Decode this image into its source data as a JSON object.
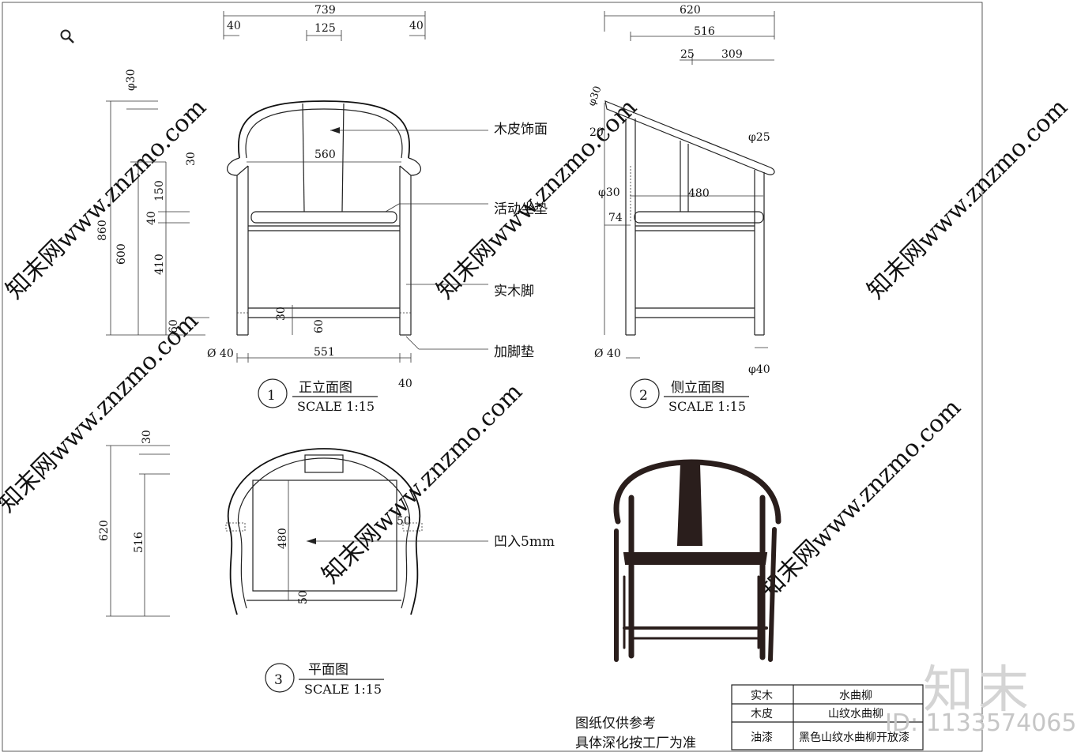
{
  "dims": {
    "front_total_width": "739",
    "front_left_40": "40",
    "front_mid_125": "125",
    "front_right_40": "40",
    "side_total_620": "620",
    "side_516": "516",
    "side_25": "25",
    "side_309": "309",
    "phi30_top": "φ30",
    "front_860": "860",
    "front_600": "600",
    "front_30": "30",
    "front_150": "150",
    "front_40b": "40",
    "front_410": "410",
    "front_60a": "60",
    "front_560": "560",
    "front_30b": "30",
    "front_60b": "60",
    "front_phi40": "Ø 40",
    "front_551": "551",
    "front_40c": "40",
    "side_phi30a": "φ30",
    "side_20": "20",
    "side_phi25": "φ25",
    "side_phi30b": "φ30",
    "side_480": "480",
    "side_74": "74",
    "side_phi40a": "Ø 40",
    "side_phi40b": "φ40",
    "plan_30": "30",
    "plan_620": "620",
    "plan_516": "516",
    "plan_480": "480",
    "plan_50a": "50",
    "plan_50b": "50"
  },
  "callouts": {
    "veneer": "木皮饰面",
    "cushion": "活动坐垫",
    "leg": "实木脚",
    "foot_pad": "加脚垫",
    "recess": "凹入5mm"
  },
  "views": [
    {
      "num": "1",
      "title": "正立面图",
      "scale": "SCALE 1:15"
    },
    {
      "num": "2",
      "title": "侧立面图",
      "scale": "SCALE 1:15"
    },
    {
      "num": "3",
      "title": "平面图",
      "scale": "SCALE 1:15"
    }
  ],
  "note": {
    "line1": "图纸仅供参考",
    "line2": "具体深化按工厂为准"
  },
  "materials": [
    {
      "item": "实木",
      "spec": "水曲柳"
    },
    {
      "item": "木皮",
      "spec": "山纹水曲柳"
    },
    {
      "item": "油漆",
      "spec": "黑色山纹水曲柳开放漆"
    }
  ],
  "watermark": "知末网www.znzmo.com",
  "logo": "知末",
  "id_label": "ID: 1133574065",
  "icons": {
    "zoom": "magnifier-icon"
  },
  "colors": {
    "line": "#222222",
    "photo": "#2a1e1c",
    "watermark": "#c9c9c9"
  }
}
